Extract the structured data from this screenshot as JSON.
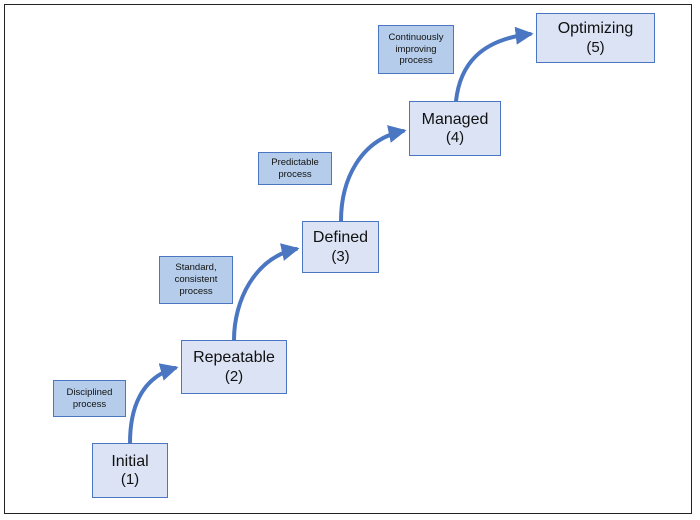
{
  "levels": [
    {
      "name": "Initial",
      "number": "(1)"
    },
    {
      "name": "Repeatable",
      "number": "(2)"
    },
    {
      "name": "Defined",
      "number": "(3)"
    },
    {
      "name": "Managed",
      "number": "(4)"
    },
    {
      "name": "Optimizing",
      "number": "(5)"
    }
  ],
  "notes": [
    {
      "lines": [
        "Disciplined",
        "process"
      ]
    },
    {
      "lines": [
        "Standard,",
        "consistent",
        "process"
      ]
    },
    {
      "lines": [
        "Predictable",
        "process"
      ]
    },
    {
      "lines": [
        "Continuously",
        "improving",
        "process"
      ]
    }
  ],
  "colors": {
    "level_fill": "#dbe3f5",
    "note_fill": "#b5cdea",
    "border": "#4a76c2",
    "arrow": "#4a76c2",
    "frame": "#222222"
  }
}
